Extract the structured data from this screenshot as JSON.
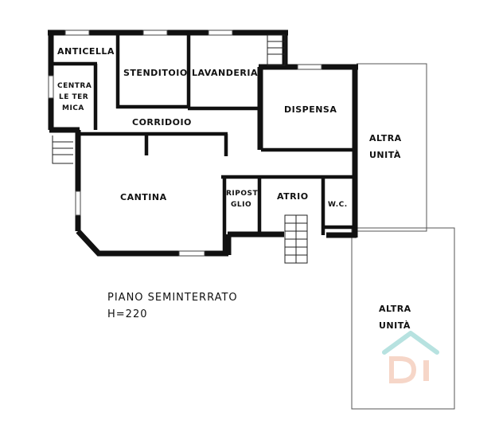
{
  "plan": {
    "rooms": {
      "anticella": "ANTICELLA",
      "stenditoio": "STENDITOIO",
      "lavanderia": "LAVANDERIA",
      "centrale_termica": [
        "CENTRA",
        "LE TER",
        "MICA"
      ],
      "corridoio": "CORRIDOIO",
      "dispensa": "DISPENSA",
      "cantina": "CANTINA",
      "ripostiglio": [
        "RIPOSTI",
        "GLIO"
      ],
      "atrio": "ATRIO",
      "wc": "W.C.",
      "altra_unita_upper": [
        "ALTRA",
        "UNITÀ"
      ],
      "altra_unita_lower": [
        "ALTRA",
        "UNITÀ"
      ]
    },
    "caption": {
      "floor": "PIANO SEMINTERRATO",
      "height": "H=220"
    }
  },
  "watermark": {
    "roof_color": "#9fd9d6",
    "letters_color": "#f4c9b6"
  }
}
